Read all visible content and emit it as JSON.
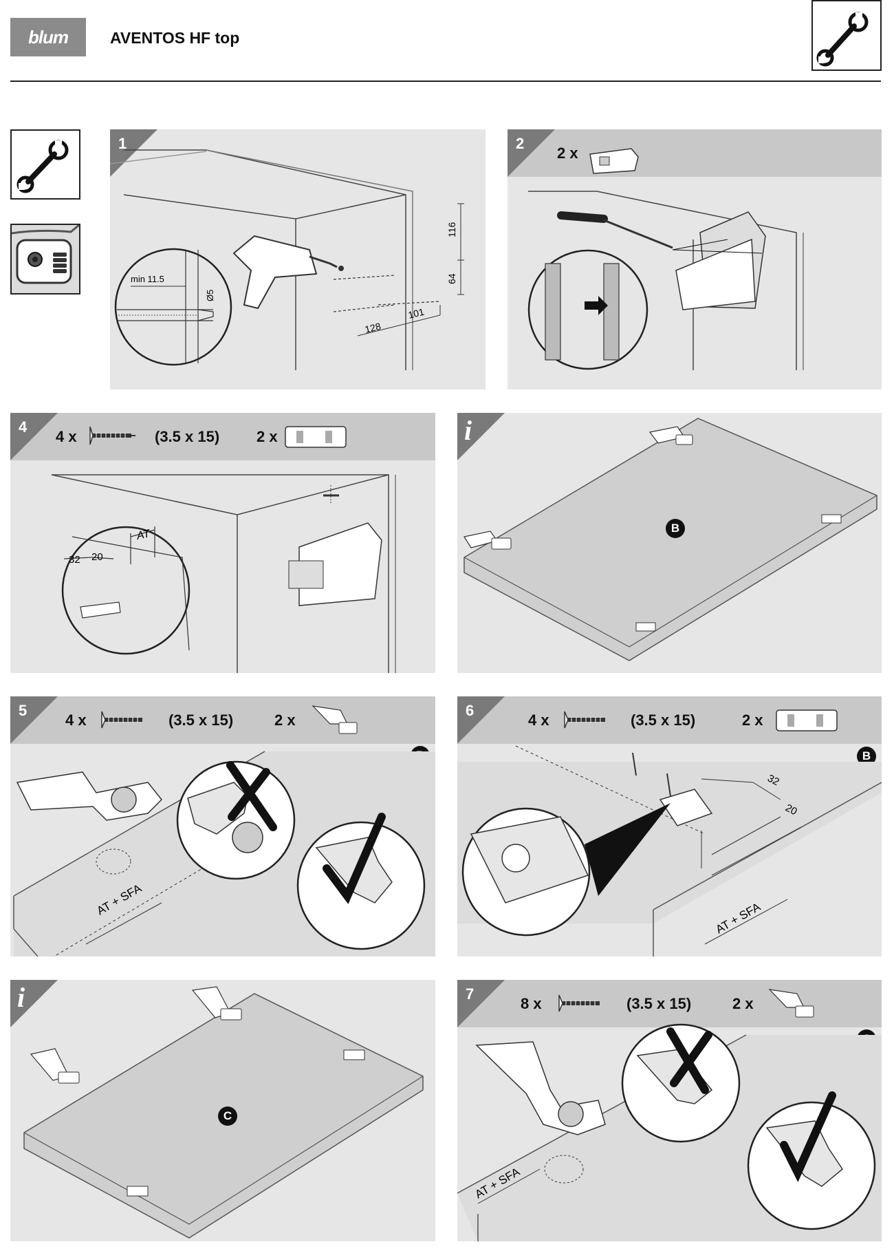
{
  "header": {
    "brand": "blum",
    "title": "AVENTOS HF top"
  },
  "steps": {
    "s1": {
      "number": "1",
      "dims": {
        "min": "min 11.5",
        "dia": "Ø5",
        "d116": "116",
        "d64": "64",
        "d128": "128",
        "d101": "101"
      }
    },
    "s2": {
      "number": "2",
      "qty": "2 x"
    },
    "s4": {
      "number": "4",
      "qty_screw": "4 x",
      "screw_size": "(3.5 x 15)",
      "qty_plate": "2 x",
      "dims": {
        "at": "AT",
        "d32": "32",
        "d20": "20"
      }
    },
    "i1": {
      "badge": "B"
    },
    "s5": {
      "number": "5",
      "qty_screw": "4 x",
      "screw_size": "(3.5 x 15)",
      "qty_hinge": "2 x",
      "badge": "B",
      "dim": "AT + SFA"
    },
    "s6": {
      "number": "6",
      "qty_screw": "4 x",
      "screw_size": "(3.5 x 15)",
      "qty_plate": "2 x",
      "badge": "B",
      "dims": {
        "d32": "32",
        "d20": "20",
        "atsfa": "AT + SFA"
      }
    },
    "i2": {
      "badge": "C"
    },
    "s7": {
      "number": "7",
      "qty_screw": "8 x",
      "screw_size": "(3.5 x 15)",
      "qty_hinge": "2 x",
      "badge": "C",
      "dim": "AT + SFA"
    }
  },
  "colors": {
    "panel_bg": "#e6e6e6",
    "panel_header": "#c8c8c8",
    "step_triangle": "#7a7a7a",
    "logo_bg": "#8b8b8b"
  },
  "icons": [
    "wrench-icon",
    "screw-icon",
    "mounting-plate-icon",
    "hinge-icon",
    "lift-mechanism-icon",
    "screwdriver-icon",
    "drill-icon",
    "check-mark-icon",
    "cross-mark-icon",
    "cover-cap-icon"
  ]
}
